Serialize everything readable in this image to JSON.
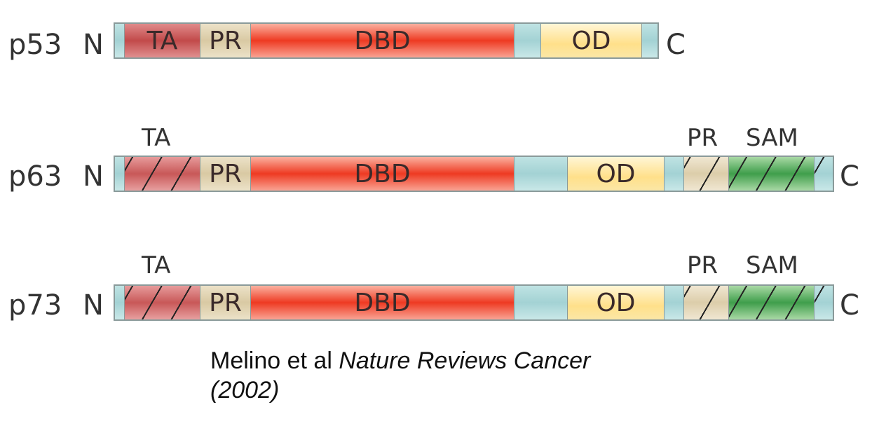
{
  "proteins": [
    {
      "name": "p53",
      "n_label": "N",
      "c_label": "C",
      "domains": [
        {
          "label": "",
          "type": "teal"
        },
        {
          "label": "TA",
          "type": "ta"
        },
        {
          "label": "PR",
          "type": "pr"
        },
        {
          "label": "DBD",
          "type": "dbd"
        },
        {
          "label": "",
          "type": "teal"
        },
        {
          "label": "OD",
          "type": "od"
        },
        {
          "label": "",
          "type": "teal"
        }
      ]
    },
    {
      "name": "p63",
      "n_label": "N",
      "c_label": "C",
      "above_labels": {
        "ta": "TA",
        "pr": "PR",
        "sam": "SAM"
      },
      "domains": [
        {
          "label": "",
          "type": "teal"
        },
        {
          "label": "",
          "type": "ta",
          "hatched": true
        },
        {
          "label": "PR",
          "type": "pr"
        },
        {
          "label": "DBD",
          "type": "dbd"
        },
        {
          "label": "",
          "type": "teal"
        },
        {
          "label": "OD",
          "type": "od"
        },
        {
          "label": "",
          "type": "teal"
        },
        {
          "label": "",
          "type": "pr",
          "hatched": true
        },
        {
          "label": "",
          "type": "sam",
          "hatched": true
        },
        {
          "label": "",
          "type": "teal",
          "hatched": true
        }
      ]
    },
    {
      "name": "p73",
      "n_label": "N",
      "c_label": "C",
      "above_labels": {
        "ta": "TA",
        "pr": "PR",
        "sam": "SAM"
      },
      "domains": [
        {
          "label": "",
          "type": "teal"
        },
        {
          "label": "",
          "type": "ta",
          "hatched": true
        },
        {
          "label": "PR",
          "type": "pr"
        },
        {
          "label": "DBD",
          "type": "dbd"
        },
        {
          "label": "",
          "type": "teal"
        },
        {
          "label": "OD",
          "type": "od"
        },
        {
          "label": "",
          "type": "teal"
        },
        {
          "label": "",
          "type": "pr",
          "hatched": true
        },
        {
          "label": "",
          "type": "sam",
          "hatched": true
        },
        {
          "label": "",
          "type": "teal",
          "hatched": true
        }
      ]
    }
  ],
  "citation": {
    "authors": "Melino et al",
    "journal": "Nature Reviews Cancer",
    "year": "(2002)"
  }
}
